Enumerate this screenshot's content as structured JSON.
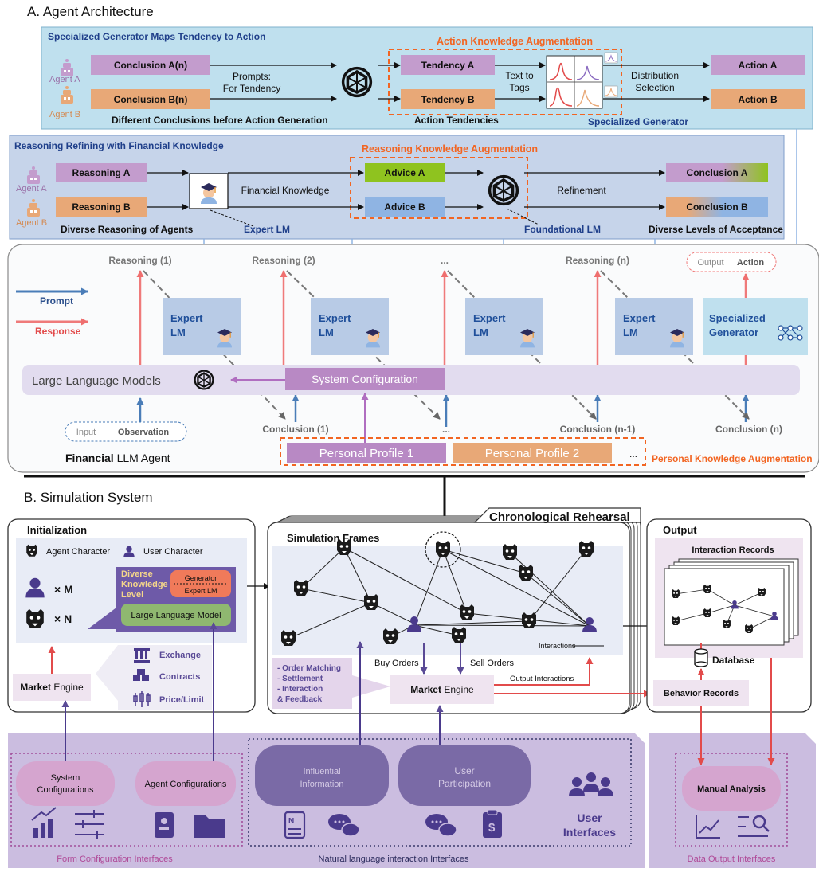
{
  "section_a": {
    "title": "A. Agent Architecture",
    "specialized": {
      "title": "Specialized Generator Maps Tendency to Action",
      "aug_label": "Action Knowledge Augmentation",
      "agent_a": "Agent A",
      "agent_b": "Agent B",
      "conclusion_a": "Conclusion A(n)",
      "conclusion_b": "Conclusion B(n)",
      "prompts_line1": "Prompts:",
      "prompts_line2": "For Tendency",
      "tendency_a": "Tendency A",
      "tendency_b": "Tendency B",
      "text_to_line1": "Text to",
      "text_to_line2": "Tags",
      "dist_line1": "Distribution",
      "dist_line2": "Selection",
      "action_a": "Action A",
      "action_b": "Action B",
      "caption_left": "Different Conclusions before Action Generation",
      "caption_mid": "Action Tendencies",
      "caption_right": "Specialized Generator"
    },
    "reasoning": {
      "title": "Reasoning Refining with Financial Knowledge",
      "aug_label": "Reasoning Knowledge Augmentation",
      "agent_a": "Agent A",
      "agent_b": "Agent B",
      "reasoning_a": "Reasoning A",
      "reasoning_b": "Reasoning B",
      "fin_knowledge": "Financial Knowledge",
      "advice_a": "Advice A",
      "advice_b": "Advice B",
      "refinement": "Refinement",
      "conclusion_a": "Conclusion A",
      "conclusion_b": "Conclusion B",
      "caption_diverse": "Diverse Reasoning of Agents",
      "caption_expert": "Expert LM",
      "caption_foundational": "Foundational LM",
      "caption_levels": "Diverse Levels of Acceptance"
    },
    "agent_panel": {
      "reasoning_labels": [
        "Reasoning (1)",
        "Reasoning (2)",
        "...",
        "Reasoning (n)"
      ],
      "output_label": "Output",
      "action_label": "Action",
      "legend_prompt": "Prompt",
      "legend_response": "Response",
      "expert_line1": "Expert",
      "expert_line2": "LM",
      "spec_line1": "Specialized",
      "spec_line2": "Generator",
      "llm": "Large Language Models",
      "sysconfig": "System Configuration",
      "input_label": "Input",
      "observation_label": "Observation",
      "conclusion_labels": [
        "Conclusion (1)",
        "...",
        "Conclusion (n-1)",
        "Conclusion (n)"
      ],
      "agent_title_bold": "Financial",
      "agent_title_rest": " LLM Agent",
      "profile1": "Personal Profile 1",
      "profile2": "Personal Profile 2",
      "profile_more": "...",
      "personal_aug": "Personal Knowledge Augmentation"
    }
  },
  "section_b": {
    "title": "B. Simulation System",
    "init": {
      "title": "Initialization",
      "agent_char": "Agent Character",
      "user_char": "User Character",
      "m_label": "× M",
      "n_label": "× N",
      "diverse_line1": "Diverse",
      "diverse_line2": "Knowledge",
      "diverse_line3": "Level",
      "generator": "Generator",
      "expert_lm": "Expert LM",
      "llm": "Large Language Model",
      "exchange": "Exchange",
      "contracts": "Contracts",
      "price_limit": "Price/Limit",
      "market_bold": "Market",
      "market_rest": " Engine"
    },
    "sim": {
      "title": "Simulation Frames",
      "rehearsal": "Chronological Rehearsal",
      "interactions": "Interactions",
      "buy": "Buy Orders",
      "sell": "Sell Orders",
      "output_interactions": "Output Interactions",
      "order_list": [
        "- Order Matching",
        "- Settlement",
        "- Interaction",
        "& Feedback"
      ],
      "market_bold": "Market",
      "market_rest": " Engine"
    },
    "output": {
      "title": "Output",
      "records": "Interaction Records",
      "database": "Database",
      "behavior": "Behavior Records"
    },
    "interfaces": {
      "sys_line1": "System",
      "sys_line2": "Configurations",
      "agent_conf": "Agent Configurations",
      "influential_line1": "Influential",
      "influential_line2": "Information",
      "user_line1": "User",
      "user_line2": "Participation",
      "user_if_line1": "User",
      "user_if_line2": "Interfaces",
      "manual": "Manual Analysis",
      "form_if": "Form Configuration Interfaces",
      "nl_if": "Natural language interaction Interfaces",
      "data_if": "Data Output Interfaces"
    }
  },
  "colors": {
    "purple_box": "#c39ccd",
    "orange_box": "#e8a877",
    "green_box": "#8fc31f",
    "blue_box": "#8fb4e3",
    "dashed_orange": "#f26522",
    "prompt_blue": "#4a7db8",
    "response_red": "#ef7a7a",
    "interface_purple": "#c9b8dd",
    "deep_purple": "#7a6aa6",
    "top_panel": "#bfe0ee",
    "mid_panel": "#c6d4ea"
  }
}
